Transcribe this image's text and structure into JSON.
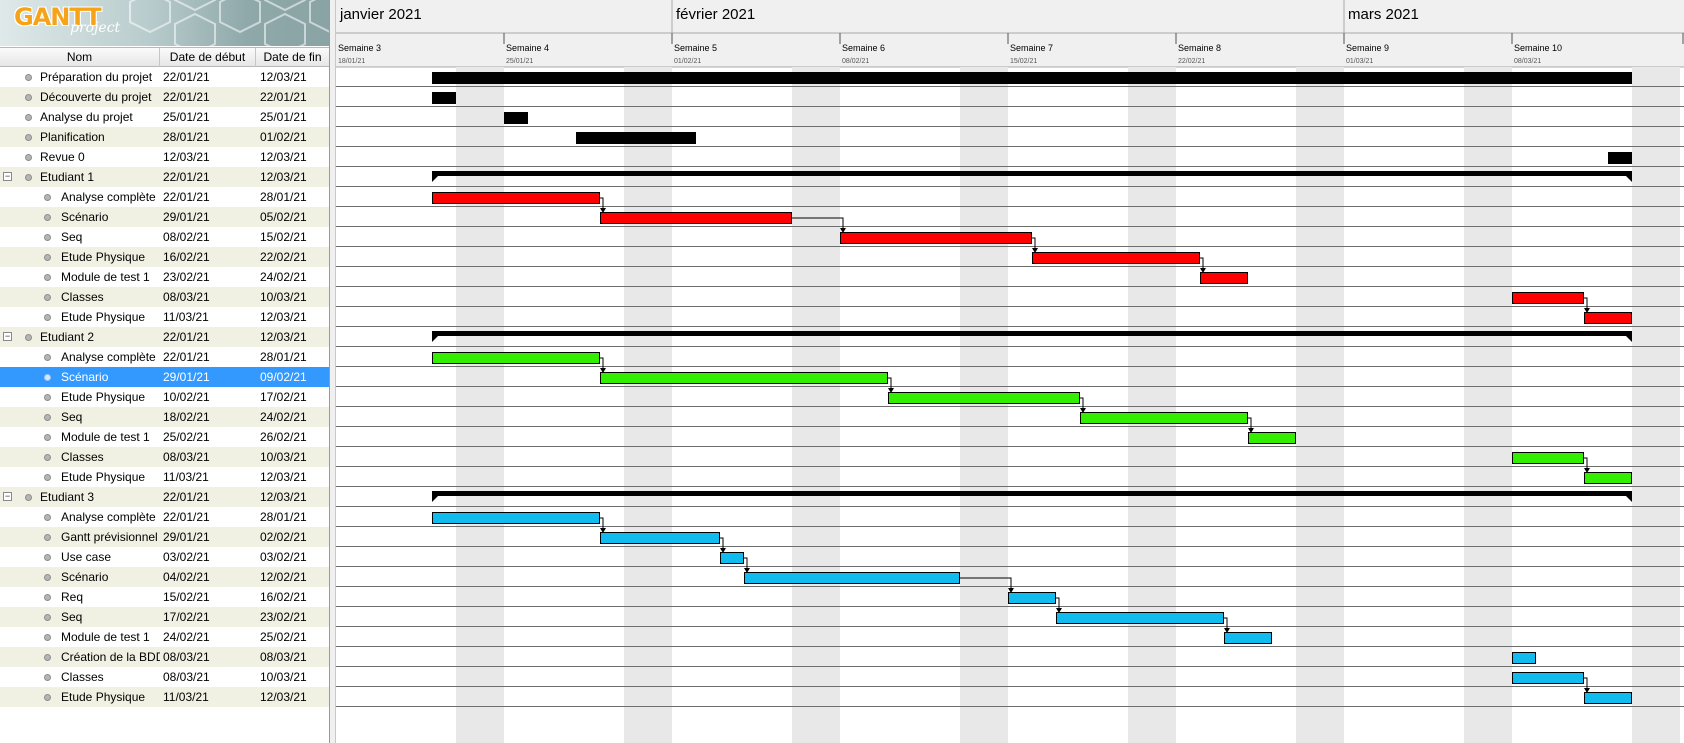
{
  "app": {
    "logo_title": "GANTT",
    "logo_sub": "project"
  },
  "columns": {
    "name": "Nom",
    "start": "Date de début",
    "end": "Date de fin"
  },
  "tasks": [
    {
      "name": "Préparation du projet",
      "start": "22/01/21",
      "end": "12/03/21",
      "level": 0,
      "group": false,
      "color": "#000000"
    },
    {
      "name": "Découverte du projet",
      "start": "22/01/21",
      "end": "22/01/21",
      "level": 0,
      "group": false,
      "color": "#000000"
    },
    {
      "name": "Analyse du projet",
      "start": "25/01/21",
      "end": "25/01/21",
      "level": 0,
      "group": false,
      "color": "#000000"
    },
    {
      "name": "Planification",
      "start": "28/01/21",
      "end": "01/02/21",
      "level": 0,
      "group": false,
      "color": "#000000"
    },
    {
      "name": "Revue 0",
      "start": "12/03/21",
      "end": "12/03/21",
      "level": 0,
      "group": false,
      "color": "#000000"
    },
    {
      "name": "Etudiant 1",
      "start": "22/01/21",
      "end": "12/03/21",
      "level": 0,
      "group": true,
      "color": "#000000"
    },
    {
      "name": "Analyse complète",
      "start": "22/01/21",
      "end": "28/01/21",
      "level": 1,
      "group": false,
      "color": "#ff0000"
    },
    {
      "name": "Scénario",
      "start": "29/01/21",
      "end": "05/02/21",
      "level": 1,
      "group": false,
      "color": "#ff0000"
    },
    {
      "name": "Seq",
      "start": "08/02/21",
      "end": "15/02/21",
      "level": 1,
      "group": false,
      "color": "#ff0000"
    },
    {
      "name": "Etude Physique",
      "start": "16/02/21",
      "end": "22/02/21",
      "level": 1,
      "group": false,
      "color": "#ff0000"
    },
    {
      "name": "Module de test 1",
      "start": "23/02/21",
      "end": "24/02/21",
      "level": 1,
      "group": false,
      "color": "#ff0000"
    },
    {
      "name": "Classes",
      "start": "08/03/21",
      "end": "10/03/21",
      "level": 1,
      "group": false,
      "color": "#ff0000"
    },
    {
      "name": "Etude Physique",
      "start": "11/03/21",
      "end": "12/03/21",
      "level": 1,
      "group": false,
      "color": "#ff0000"
    },
    {
      "name": "Etudiant 2",
      "start": "22/01/21",
      "end": "12/03/21",
      "level": 0,
      "group": true,
      "color": "#000000"
    },
    {
      "name": "Analyse complète",
      "start": "22/01/21",
      "end": "28/01/21",
      "level": 1,
      "group": false,
      "color": "#33ee00"
    },
    {
      "name": "Scénario",
      "start": "29/01/21",
      "end": "09/02/21",
      "level": 1,
      "group": false,
      "color": "#33ee00",
      "selected": true
    },
    {
      "name": "Etude Physique",
      "start": "10/02/21",
      "end": "17/02/21",
      "level": 1,
      "group": false,
      "color": "#33ee00"
    },
    {
      "name": "Seq",
      "start": "18/02/21",
      "end": "24/02/21",
      "level": 1,
      "group": false,
      "color": "#33ee00"
    },
    {
      "name": "Module de test 1",
      "start": "25/02/21",
      "end": "26/02/21",
      "level": 1,
      "group": false,
      "color": "#33ee00"
    },
    {
      "name": "Classes",
      "start": "08/03/21",
      "end": "10/03/21",
      "level": 1,
      "group": false,
      "color": "#33ee00"
    },
    {
      "name": "Etude Physique",
      "start": "11/03/21",
      "end": "12/03/21",
      "level": 1,
      "group": false,
      "color": "#33ee00"
    },
    {
      "name": "Etudiant 3",
      "start": "22/01/21",
      "end": "12/03/21",
      "level": 0,
      "group": true,
      "color": "#000000"
    },
    {
      "name": "Analyse complète",
      "start": "22/01/21",
      "end": "28/01/21",
      "level": 1,
      "group": false,
      "color": "#11bbee"
    },
    {
      "name": "Gantt prévisionnel",
      "start": "29/01/21",
      "end": "02/02/21",
      "level": 1,
      "group": false,
      "color": "#11bbee"
    },
    {
      "name": "Use case",
      "start": "03/02/21",
      "end": "03/02/21",
      "level": 1,
      "group": false,
      "color": "#11bbee"
    },
    {
      "name": "Scénario",
      "start": "04/02/21",
      "end": "12/02/21",
      "level": 1,
      "group": false,
      "color": "#11bbee"
    },
    {
      "name": "Req",
      "start": "15/02/21",
      "end": "16/02/21",
      "level": 1,
      "group": false,
      "color": "#11bbee"
    },
    {
      "name": "Seq",
      "start": "17/02/21",
      "end": "23/02/21",
      "level": 1,
      "group": false,
      "color": "#11bbee"
    },
    {
      "name": "Module de test 1",
      "start": "24/02/21",
      "end": "25/02/21",
      "level": 1,
      "group": false,
      "color": "#11bbee"
    },
    {
      "name": "Création de la BDD",
      "start": "08/03/21",
      "end": "08/03/21",
      "level": 1,
      "group": false,
      "color": "#11bbee"
    },
    {
      "name": "Classes",
      "start": "08/03/21",
      "end": "10/03/21",
      "level": 1,
      "group": false,
      "color": "#11bbee"
    },
    {
      "name": "Etude Physique",
      "start": "11/03/21",
      "end": "12/03/21",
      "level": 1,
      "group": false,
      "color": "#11bbee"
    }
  ],
  "timeline": {
    "months": [
      {
        "label": "janvier 2021",
        "date": "2021-01-18"
      },
      {
        "label": "février 2021",
        "date": "2021-02-01"
      },
      {
        "label": "mars 2021",
        "date": "2021-03-01"
      }
    ],
    "weeks": [
      {
        "label": "Semaine 3",
        "date": "18/01/21"
      },
      {
        "label": "Semaine 4",
        "date": "25/01/21"
      },
      {
        "label": "Semaine 5",
        "date": "01/02/21"
      },
      {
        "label": "Semaine 6",
        "date": "08/02/21"
      },
      {
        "label": "Semaine 7",
        "date": "15/02/21"
      },
      {
        "label": "Semaine 8",
        "date": "22/02/21"
      },
      {
        "label": "Semaine 9",
        "date": "01/03/21"
      },
      {
        "label": "Semaine 10",
        "date": "08/03/21"
      }
    ]
  },
  "dependencies": [
    [
      6,
      7
    ],
    [
      7,
      8
    ],
    [
      8,
      9
    ],
    [
      9,
      10
    ],
    [
      11,
      12
    ],
    [
      14,
      15
    ],
    [
      15,
      16
    ],
    [
      16,
      17
    ],
    [
      17,
      18
    ],
    [
      19,
      20
    ],
    [
      22,
      23
    ],
    [
      23,
      24
    ],
    [
      24,
      25
    ],
    [
      25,
      26
    ],
    [
      26,
      27
    ],
    [
      27,
      28
    ],
    [
      30,
      31
    ]
  ],
  "colors": {
    "row_alt": "#f1f1e3",
    "selection": "#3399ff",
    "weekend": "#e8e8e8",
    "etudiant1": "#ff0000",
    "etudiant2": "#33ee00",
    "etudiant3": "#11bbee"
  }
}
